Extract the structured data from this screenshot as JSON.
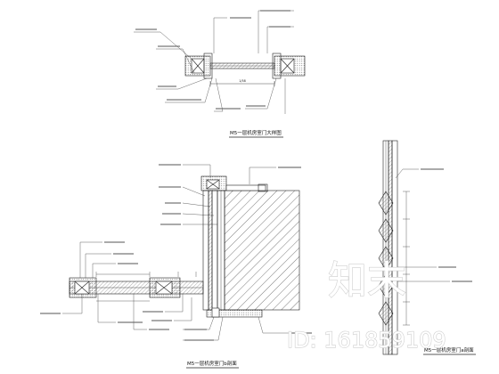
{
  "drawings": {
    "top": {
      "title": "M5一层机房室门大样图",
      "dimension": "1/58"
    },
    "bottom_left": {
      "title": "M5一层机房室门b剖面"
    },
    "right": {
      "title": "M5一层机房室门a剖面"
    }
  },
  "watermark": {
    "logo_text": "知末",
    "id_text": "ID: 161859109"
  }
}
